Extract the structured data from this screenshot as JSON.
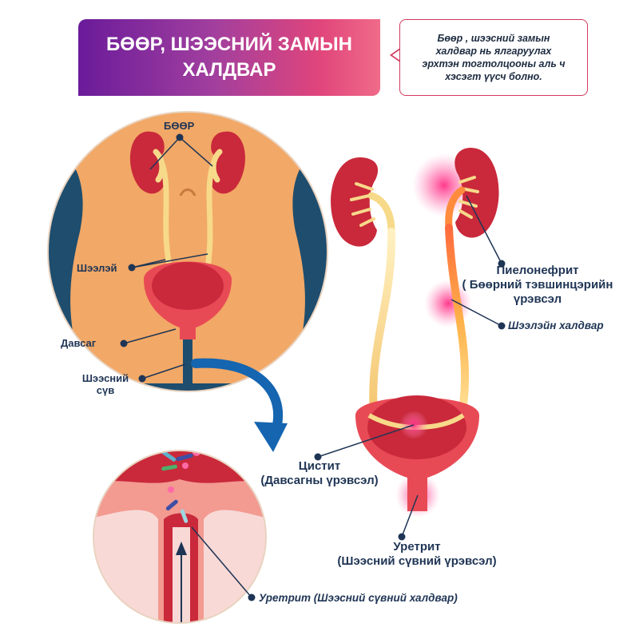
{
  "title": "БӨӨР, ШЭЭСНИЙ ЗАМЫН\nХАЛДВАР",
  "note": "Бөөр , шээсний замын\nхалдвар нь ялгаруулах\nэрхтэн тогтолцооны аль ч\nхэсэгт үүсч болно.",
  "body_labels": {
    "kidney": "БӨӨР",
    "ureter": "Шээлэй",
    "bladder": "Давсаг",
    "urethra_line1": "Шээсний",
    "urethra_line2": "сүв"
  },
  "conditions": {
    "pyelonephritis_line1": "Пиелонефрит",
    "pyelonephritis_line2": "( Бөөрний тэвшинцэрийн",
    "pyelonephritis_line3": "үрэвсэл",
    "ureter_infection": "Шээлэйн халдвар",
    "cystitis_line1": "Цистит",
    "cystitis_line2": "(Давсагны үрэвсэл)",
    "urethritis_line1": "Уретрит",
    "urethritis_line2": "(Шээсний сүвний үрэвсэл)",
    "urethral_infection": "Уретрит (Шээсний сүвний халдвар)"
  },
  "colors": {
    "skin": "#f2a866",
    "body_bg": "#1e4d6e",
    "kidney": "#c9293b",
    "ureter": "#f7d98a",
    "arrow": "#1565b0",
    "label": "#1f3555",
    "inflammation": "#ff3a8a"
  }
}
